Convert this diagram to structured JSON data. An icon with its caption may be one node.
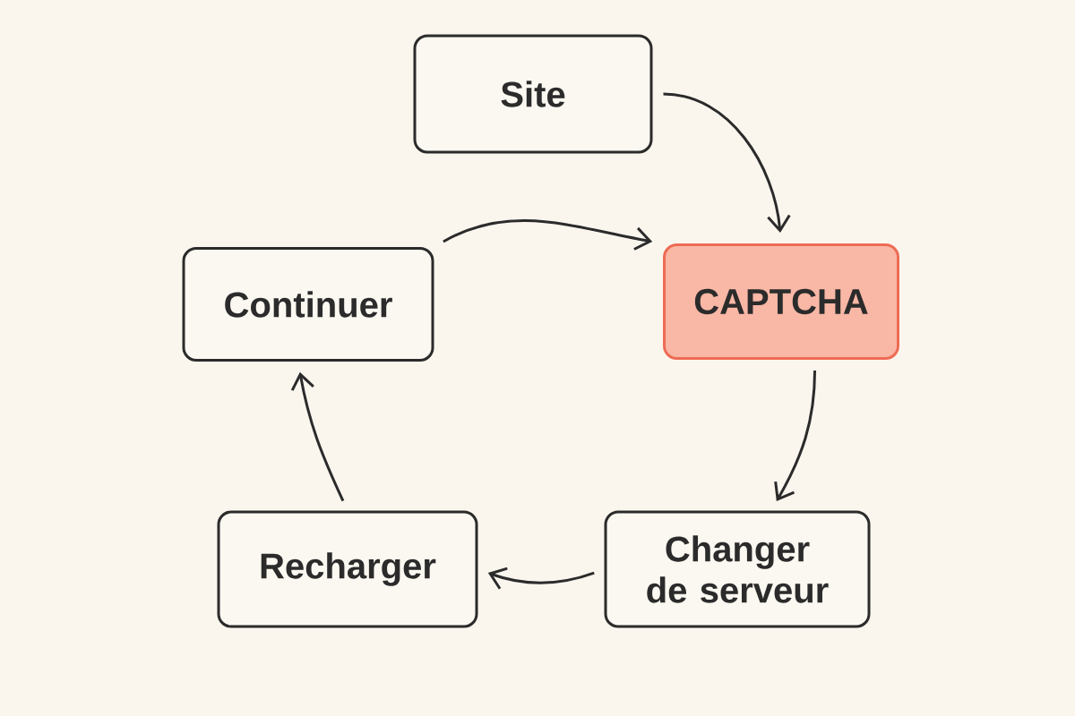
{
  "diagram": {
    "nodes": [
      {
        "text": [
          "Site"
        ]
      },
      {
        "text": [
          "CAPTCHA"
        ]
      },
      {
        "text": [
          "Changer de serveur"
        ]
      },
      {
        "text": [
          "Recharger"
        ]
      },
      {
        "text": [
          "Continuer"
        ]
      }
    ],
    "edges": [
      {
        "from": 0,
        "to": 1,
        "arrow": "to"
      },
      {
        "from": 1,
        "to": 2,
        "arrow": "to"
      },
      {
        "from": 2,
        "to": 3,
        "arrow": "to"
      },
      {
        "from": 3,
        "to": 4,
        "arrow": "to"
      },
      {
        "from": 4,
        "to": 1,
        "arrow": "to"
      }
    ]
  }
}
